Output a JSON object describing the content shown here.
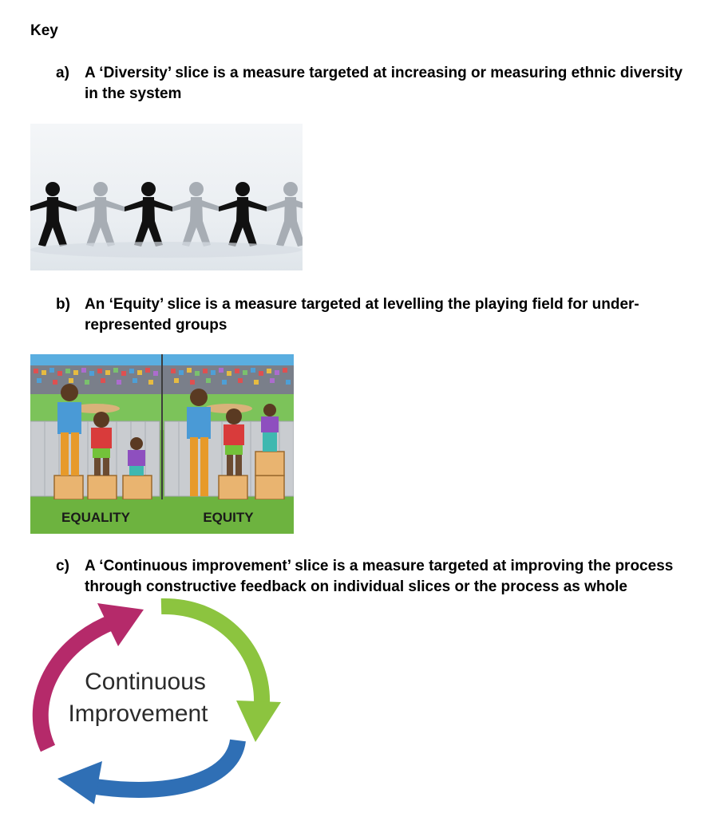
{
  "key_heading": "Key",
  "items": [
    {
      "marker": "a)",
      "line1": "A ‘Diversity’ slice is a measure targeted at increasing or measuring ethnic diversity",
      "line2": "in the system"
    },
    {
      "marker": "b)",
      "line1": "An ‘Equity’ slice is a measure targeted at levelling the playing field for under-",
      "line2": "represented groups"
    },
    {
      "marker": "c)",
      "line1": "A ‘Continuous improvement’ slice is a measure targeted at improving the process",
      "line2": "through constructive feedback on individual slices or the process as whole"
    }
  ],
  "figures": {
    "equity_labels": {
      "left": "EQUALITY",
      "right": "EQUITY"
    },
    "cycle_label": {
      "line1": "Continuous",
      "line2": "Improvement"
    }
  },
  "colors": {
    "equity_green": "#6db33f",
    "cycle_magenta": "#b52a6a",
    "cycle_green": "#8cc43f",
    "cycle_blue": "#2f6fb5"
  }
}
